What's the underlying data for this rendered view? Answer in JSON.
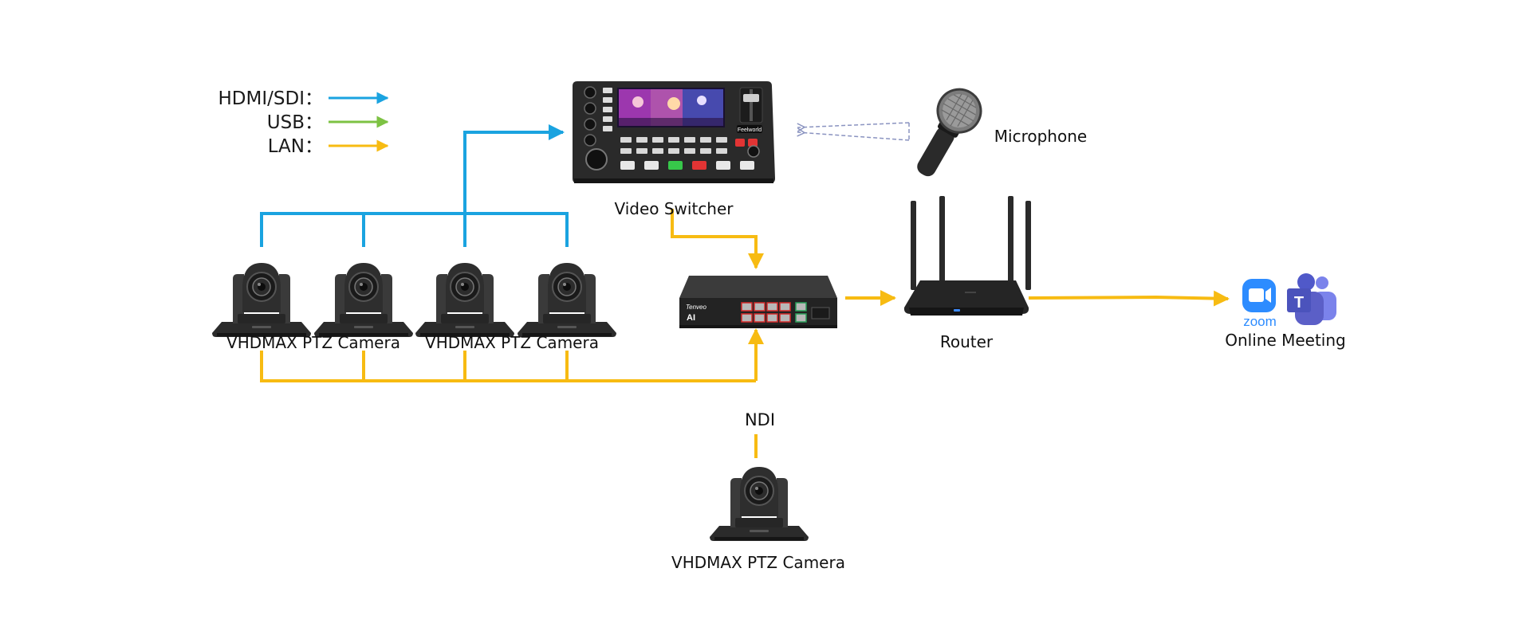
{
  "legend": {
    "hdmi_sdi": "HDMI/SDI：",
    "usb": "USB：",
    "lan": "LAN："
  },
  "colors": {
    "hdmi_sdi": "#1aa3e0",
    "usb": "#7dc243",
    "lan": "#f7bb12",
    "device_dark": "#2a2a2a",
    "zoom_blue": "#2d8cff",
    "teams_purple": "#5b5fc7",
    "mic_link": "#8a93c0"
  },
  "devices": {
    "video_switcher": {
      "label": "Video Switcher",
      "screen_logo": "Feelworld"
    },
    "microphone": {
      "label": "Microphone"
    },
    "router": {
      "label": "Router"
    },
    "switch": {
      "brand": "Tenveo",
      "badge": "AI"
    },
    "cameras": {
      "group_label_1": "VHDMAX PTZ Camera",
      "group_label_2": "VHDMAX PTZ Camera",
      "bottom_label": "VHDMAX PTZ Camera"
    },
    "online_meeting": {
      "label": "Online Meeting",
      "zoom_text": "zoom",
      "teams_letter": "T"
    }
  },
  "connections": {
    "ndi_label": "NDI"
  },
  "icons": [
    "video-switcher-icon",
    "microphone-icon",
    "router-icon",
    "network-switch-icon",
    "ptz-camera-icon",
    "zoom-icon",
    "teams-icon"
  ]
}
